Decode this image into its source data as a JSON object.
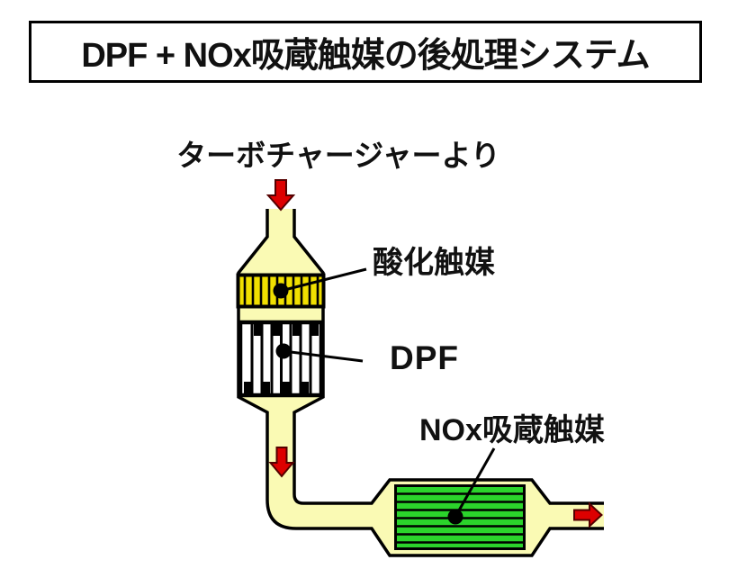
{
  "title": "DPF + NOx吸蔵触媒の後処理システム",
  "diagram": {
    "inlet_label": "ターボチャージャーより",
    "oxidation_catalyst_label": "酸化触媒",
    "dpf_label": "DPF",
    "nox_catalyst_label": "NOx吸蔵触媒"
  },
  "colors": {
    "pipe_fill": "#FAFAB4",
    "oxidation_catalyst_fill": "#F0DF00",
    "nox_core_fill": "#2BD42B",
    "arrow_fill": "#DD0000",
    "arrow_outline": "#550000",
    "outline": "#000000"
  }
}
